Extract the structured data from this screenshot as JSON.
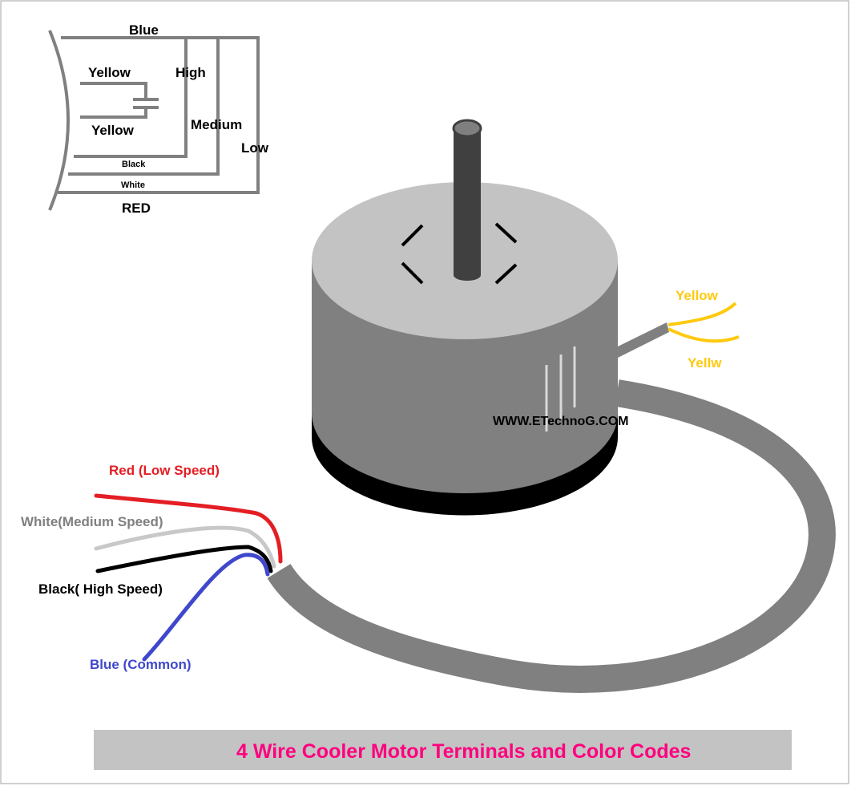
{
  "schematic": {
    "blue": "Blue",
    "yellow_top": "Yellow",
    "yellow_bottom": "Yellow",
    "high": "High",
    "medium": "Medium",
    "low": "Low",
    "black": "Black",
    "white": "White",
    "red": "RED"
  },
  "motor": {
    "yellow_wire_1": "Yellow",
    "yellow_wire_2": "Yellw",
    "watermark": "WWW.ETechnoG.COM"
  },
  "wires": {
    "red": "Red (Low Speed)",
    "white": "White(Medium Speed)",
    "black": "Black( High Speed)",
    "blue": "Blue (Common)"
  },
  "colors": {
    "red": "#e31e24",
    "white_label": "#808080",
    "blue": "#3f48cc",
    "yellow": "#ffc90e",
    "title": "#ff007f",
    "motor_body": "#808080",
    "motor_top": "#c3c3c3",
    "motor_base": "#000000",
    "banner": "#c3c3c3"
  },
  "banner": {
    "title": "4 Wire Cooler Motor Terminals and Color Codes"
  }
}
